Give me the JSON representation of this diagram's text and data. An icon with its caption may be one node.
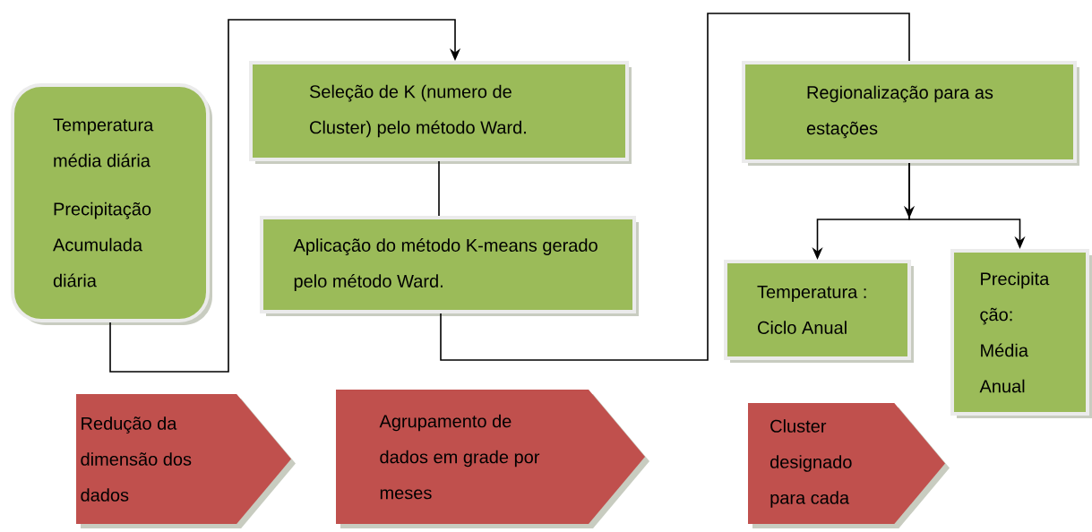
{
  "diagram": {
    "nodes": [
      {
        "text": [
          "Temperatura média diária",
          "Precipitação Acumulada diária"
        ]
      },
      {
        "text": [
          "Seleção de K (numero de Cluster) pelo método Ward."
        ]
      },
      {
        "text": [
          "Aplicação do método K-means gerado pelo método Ward."
        ]
      },
      {
        "text": [
          "Regionalização para as estações"
        ]
      },
      {
        "text": [
          "Temperatura : Ciclo Anual"
        ]
      },
      {
        "text": [
          "Precipita ção: Média Anual"
        ]
      },
      {
        "text": [
          "Redução da dimensão dos dados"
        ]
      },
      {
        "text": [
          "Agrupamento de dados em grade por meses"
        ]
      },
      {
        "text": [
          "Cluster designado para cada"
        ]
      }
    ],
    "edges": [
      {
        "from": 0,
        "to": 1,
        "arrow": "to"
      },
      {
        "from": 1,
        "to": 2,
        "arrow": "none"
      },
      {
        "from": 2,
        "to": 3,
        "arrow": "none"
      },
      {
        "from": 3,
        "to": 4,
        "arrow": "to"
      },
      {
        "from": 3,
        "to": 5,
        "arrow": "to"
      }
    ]
  }
}
